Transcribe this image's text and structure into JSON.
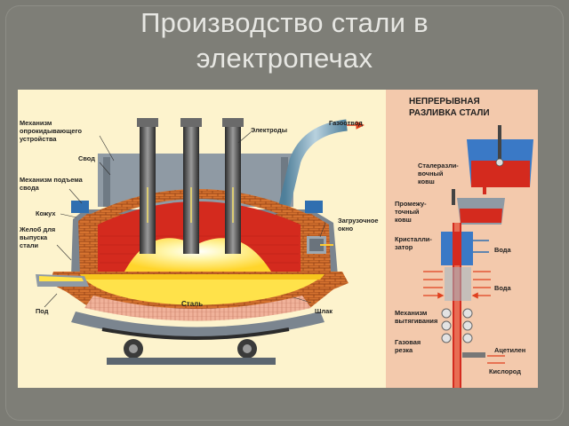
{
  "slide": {
    "title_line1": "Производство стали в",
    "title_line2": "электропечах"
  },
  "diagram": {
    "furnace_labels": {
      "tilt_mechanism": [
        "Механизм",
        "опрокидывающего",
        "устройства"
      ],
      "roof": "Свод",
      "roof_lift": [
        "Механизм подъема",
        "свода"
      ],
      "casing": "Кожух",
      "tap_spout": [
        "Желоб для",
        "выпуска",
        "стали"
      ],
      "hearth": "Под",
      "electrodes": "Электроды",
      "gas_outlet": "Газоотвод",
      "charging_door": [
        "Загрузочное",
        "окно"
      ],
      "steel": "Сталь",
      "slag": "Шлак"
    },
    "casting_section": {
      "header": [
        "НЕПРЕРЫВНАЯ",
        "РАЗЛИВКА СТАЛИ"
      ],
      "ladle": [
        "Сталеразли-",
        "вочный",
        "ковш"
      ],
      "tundish": [
        "Промежу-",
        "точный",
        "ковш"
      ],
      "crystallizer": [
        "Кристалли-",
        "затор"
      ],
      "water_1": "Вода",
      "water_2": "Вода",
      "pulling": [
        "Механизм",
        "вытягивания"
      ],
      "gas_cutting": [
        "Газовая",
        "резка"
      ],
      "acetylene": "Ацетилен",
      "oxygen": "Кислород"
    },
    "colors": {
      "furnace_red": "#d42a1e",
      "brick": "#d2692a",
      "arc_yellow": "#fff27a",
      "steel_yellow": "#ffe24a",
      "water_blue": "#3a79c6",
      "right_bg": "#f3c9ac"
    }
  }
}
